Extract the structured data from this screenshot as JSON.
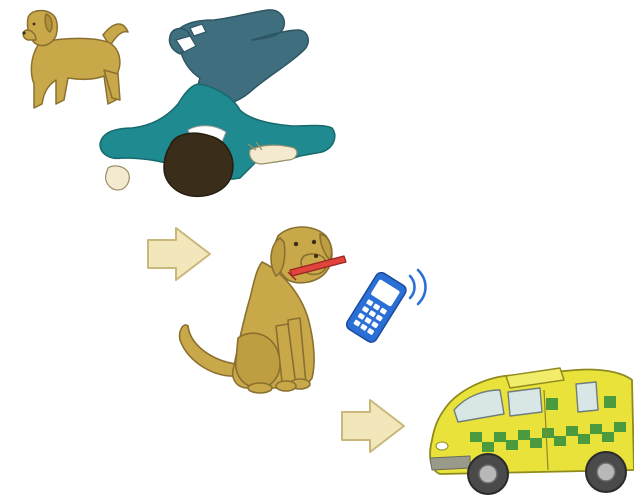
{
  "illustration": {
    "panels": [
      {
        "id": "collapse",
        "icon": "fallen-person-with-dog-icon"
      },
      {
        "id": "alert",
        "icon": "dog-with-whistle-icon"
      },
      {
        "id": "call",
        "icon": "ringing-mobile-phone-icon"
      },
      {
        "id": "response",
        "icon": "ambulance-icon"
      }
    ],
    "arrows": [
      "right-arrow-icon",
      "right-arrow-icon"
    ],
    "colors": {
      "dog_fur": "#c9a84a",
      "dog_outline": "#8a7030",
      "shirt": "#1f8a8f",
      "trousers": "#3f6f7e",
      "hair": "#3a2d1a",
      "skin": "#f3ead0",
      "arrow_fill": "#f2e6bb",
      "arrow_stroke": "#c9b77c",
      "phone_blue": "#2a6fd6",
      "ambulance_yellow": "#e8e23a",
      "ambulance_green": "#4c9a3e"
    }
  }
}
